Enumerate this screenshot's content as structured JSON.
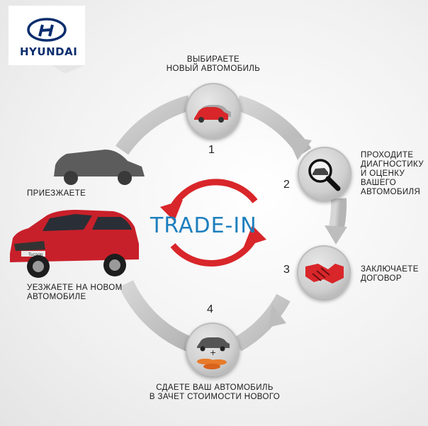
{
  "brand": {
    "name": "HYUNDAI"
  },
  "center": {
    "text": "TRADE-IN"
  },
  "steps": [
    {
      "num": "1",
      "lines": [
        "ВЫБИРАЕТЕ",
        "НОВЫЙ АВТОМОБИЛЬ"
      ],
      "icon": "car-icon"
    },
    {
      "num": "2",
      "lines": [
        "ПРОХОДИТЕ",
        "ДИАГНОСТИКУ",
        "И ОЦЕНКУ",
        "ВАШЕГО",
        "АВТОМОБИЛЯ"
      ],
      "icon": "magnifier-car-icon"
    },
    {
      "num": "3",
      "lines": [
        "ЗАКЛЮЧАЕТЕ",
        "ДОГОВОР"
      ],
      "icon": "handshake-icon"
    },
    {
      "num": "4",
      "lines": [
        "СДАЕТЕ ВАШ АВТОМОБИЛЬ",
        "В ЗАЧЕТ СТОИМОСТИ НОВОГО"
      ],
      "icon": "car-coins-icon"
    }
  ],
  "arrive": {
    "text": "ПРИЕЗЖАЕТЕ"
  },
  "leave": {
    "lines": [
      "УЕЗЖАЕТЕ НА НОВОМ",
      "АВТОМОБИЛЕ"
    ]
  },
  "car_plate": {
    "text": "Tucson"
  },
  "colors": {
    "red": "#d8262a",
    "blue": "#1d7fbe",
    "gray_ring": "#c4c4c4",
    "navy": "#0a2d6e"
  }
}
